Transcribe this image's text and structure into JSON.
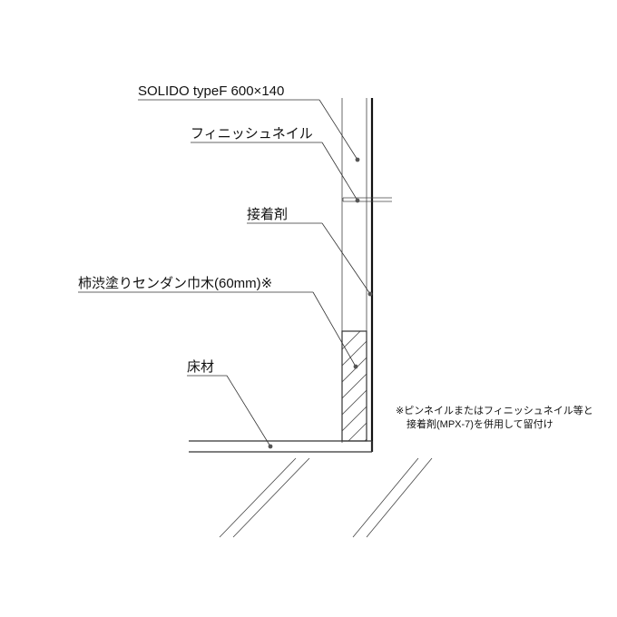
{
  "labels": {
    "panel": "SOLIDO typeF 600×140",
    "finish_nail": "フィニッシュネイル",
    "adhesive": "接着剤",
    "baseboard": "柿渋塗りセンダン巾木(60mm)※",
    "floor": "床材"
  },
  "note": {
    "line1": "※ピンネイルまたはフィニッシュネイル等と",
    "line2": "接着剤(MPX-7)を併用して留付け"
  },
  "colors": {
    "ink": "#111111",
    "line": "#333333",
    "hatch": "#555555"
  }
}
